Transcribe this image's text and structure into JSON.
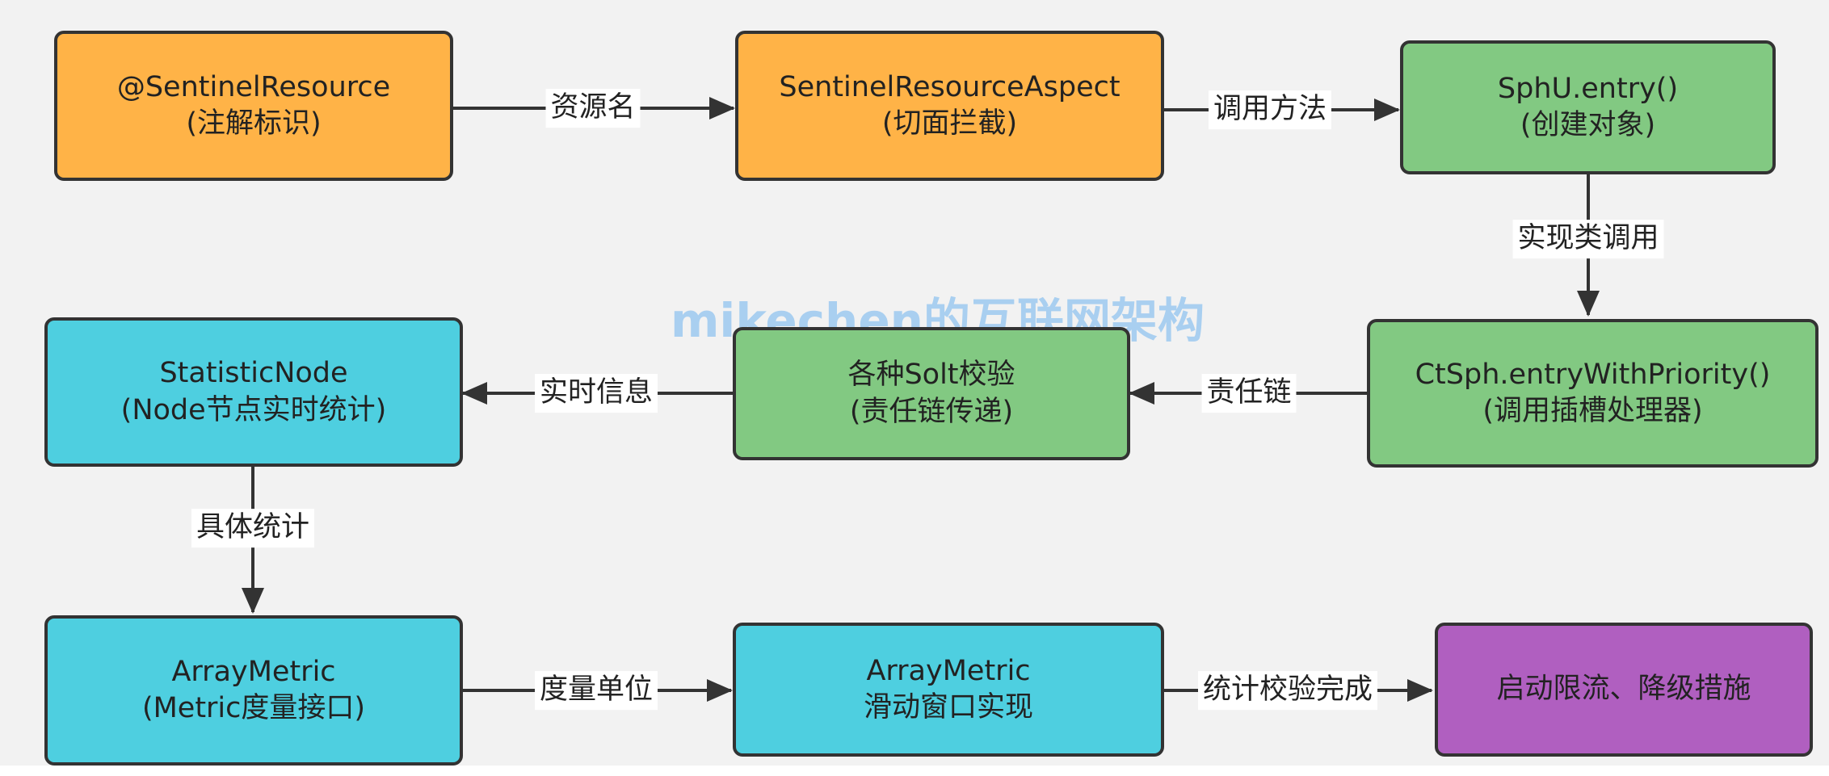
{
  "watermark": "mikechen的互联网架构",
  "colors": {
    "orange": "#ffb347",
    "green": "#82c982",
    "cyan": "#4ecfe0",
    "purple": "#b05fc0",
    "stroke": "#333333"
  },
  "nodes": {
    "sentinel_resource": {
      "line1": "@SentinelResource",
      "line2": "(注解标识)"
    },
    "resource_aspect": {
      "line1": "SentinelResourceAspect",
      "line2": "(切面拦截)"
    },
    "sphu_entry": {
      "line1": "SphU.entry()",
      "line2": "(创建对象)"
    },
    "ctsph_entry": {
      "line1": "CtSph.entryWithPriority()",
      "line2": "(调用插槽处理器)"
    },
    "slot_check": {
      "line1": "各种Solt校验",
      "line2": "(责任链传递)"
    },
    "statistic_node": {
      "line1": "StatisticNode",
      "line2": "(Node节点实时统计)"
    },
    "array_metric": {
      "line1": "ArrayMetric",
      "line2": "(Metric度量接口)"
    },
    "array_metric_window": {
      "line1": "ArrayMetric",
      "line2": "滑动窗口实现"
    },
    "degrade": {
      "line1": "启动限流、降级措施"
    }
  },
  "edges": {
    "e1": "资源名",
    "e2": "调用方法",
    "e3": "实现类调用",
    "e4": "责任链",
    "e5": "实时信息",
    "e6": "具体统计",
    "e7": "度量单位",
    "e8": "统计校验完成"
  }
}
